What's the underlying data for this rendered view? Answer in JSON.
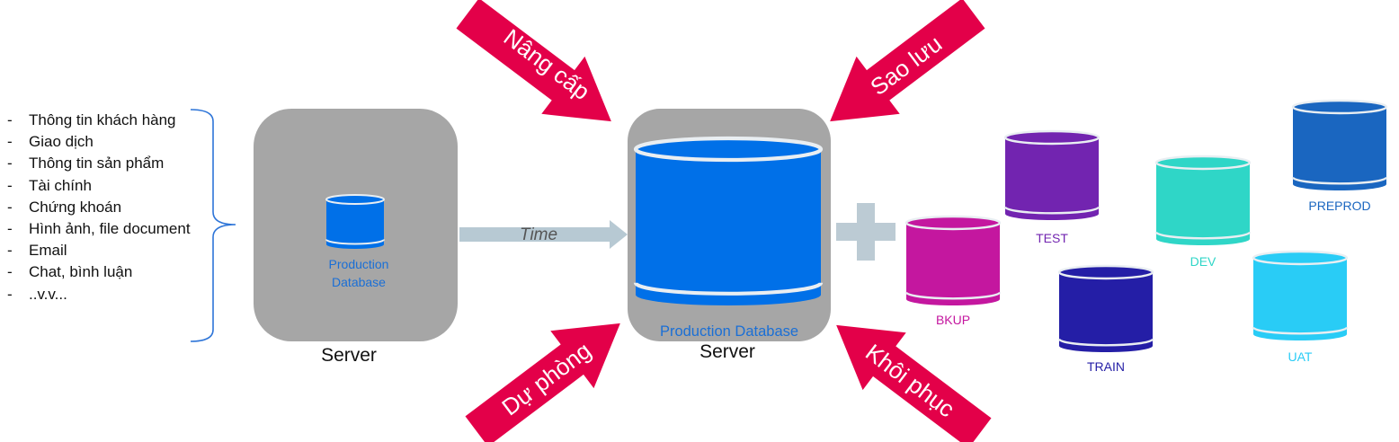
{
  "data_types": [
    "Thông tin khách hàng",
    "Giao dịch",
    "Thông tin sản phẩm",
    "Tài chính",
    "Chứng khoán",
    "Hình ảnh, file document",
    "Email",
    "Chat, bình luận",
    "..v.v..."
  ],
  "left_server": {
    "label": "Server",
    "db_label_line1": "Production",
    "db_label_line2": "Database"
  },
  "time_label": "Time",
  "center_server": {
    "label": "Server",
    "db_label": "Production Database"
  },
  "operations": {
    "upgrade": "Nâng cấp",
    "backup": "Sao lưu",
    "standby": "Dự phòng",
    "restore": "Khôi phục"
  },
  "environments": [
    {
      "name": "BKUP",
      "color": "#c4179f"
    },
    {
      "name": "TEST",
      "color": "#7224b0"
    },
    {
      "name": "TRAIN",
      "color": "#241ea6"
    },
    {
      "name": "DEV",
      "color": "#2fd6c7"
    },
    {
      "name": "UAT",
      "color": "#29ccf6"
    },
    {
      "name": "PREPROD",
      "color": "#1a66c0"
    }
  ],
  "colors": {
    "server_box": "#a6a6a6",
    "production_db": "#0070e8",
    "arrow": "#e30049",
    "time_arrow": "#b7c9d3",
    "plus": "#bccbd4"
  }
}
